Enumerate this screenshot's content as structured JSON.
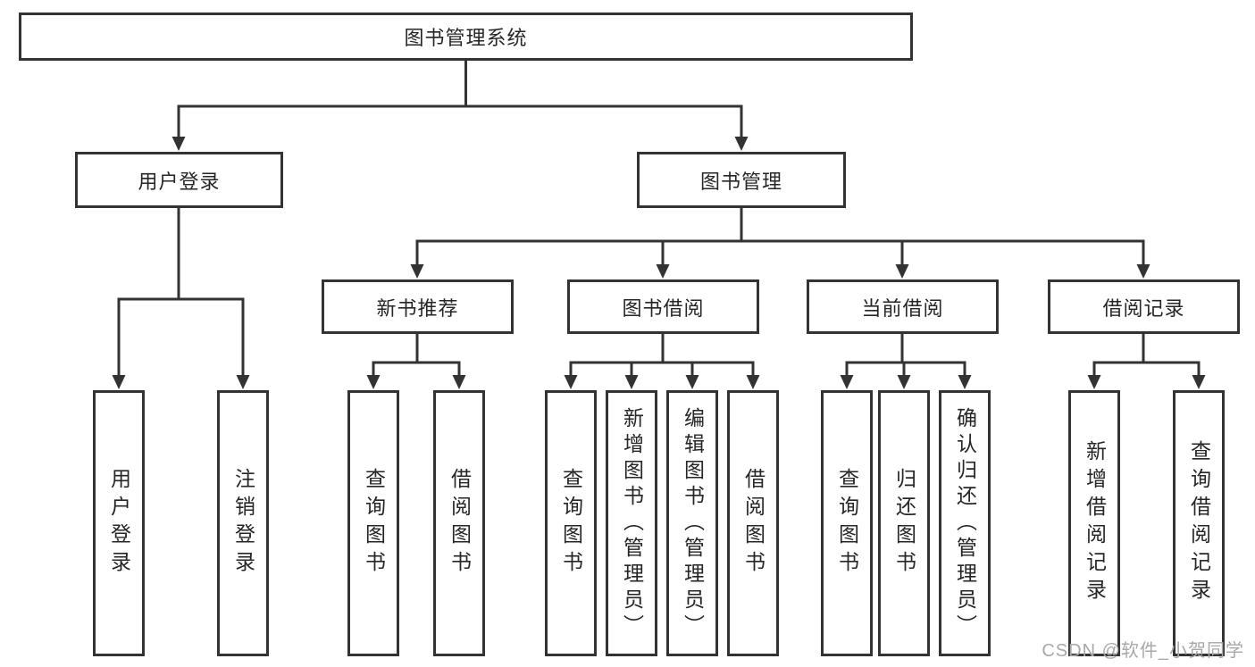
{
  "tree": {
    "root": {
      "label": "图书管理系统"
    },
    "branches": [
      {
        "label": "用户登录",
        "children": [
          {
            "label": "用户登录"
          },
          {
            "label": "注销登录"
          }
        ]
      },
      {
        "label": "图书管理",
        "sections": [
          {
            "label": "新书推荐",
            "children": [
              {
                "label": "查询图书"
              },
              {
                "label": "借阅图书"
              }
            ]
          },
          {
            "label": "图书借阅",
            "children": [
              {
                "label": "查询图书"
              },
              {
                "label": "新增图书（管理员）"
              },
              {
                "label": "编辑图书（管理员）"
              },
              {
                "label": "借阅图书"
              }
            ]
          },
          {
            "label": "当前借阅",
            "children": [
              {
                "label": "查询图书"
              },
              {
                "label": "归还图书"
              },
              {
                "label": "确认归还（管理员）"
              }
            ]
          },
          {
            "label": "借阅记录",
            "children": [
              {
                "label": "新增借阅记录"
              },
              {
                "label": "查询借阅记录"
              }
            ]
          }
        ]
      }
    ]
  },
  "watermark": {
    "text": "CSDN @软件_小贺同学"
  },
  "colors": {
    "line": "#333333",
    "box_border": "#333333",
    "text": "#262626",
    "background": "#ffffff",
    "watermark": "#a8a8a8"
  }
}
